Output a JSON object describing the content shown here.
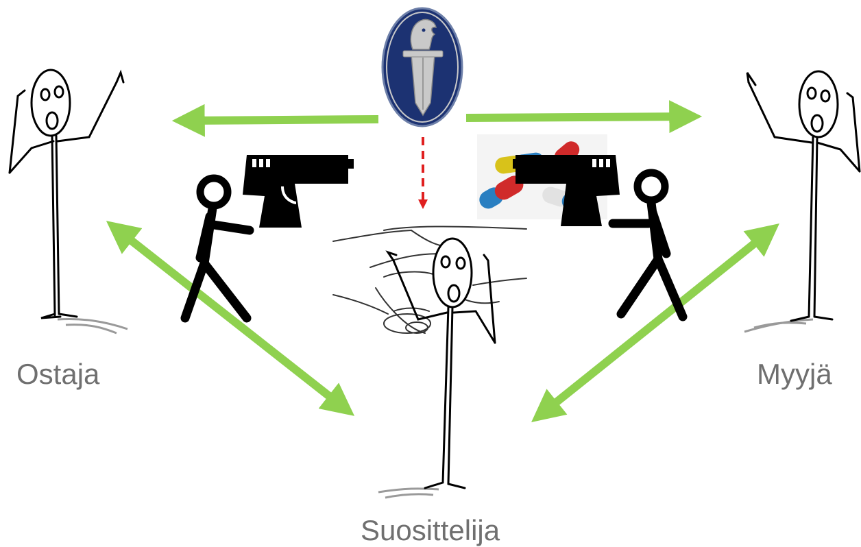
{
  "labels": {
    "buyer": "Ostaja",
    "seller": "Myyjä",
    "referrer": "Suosittelija"
  },
  "colors": {
    "arrow_green": "#8fd14f",
    "dashed_red": "#e02020",
    "label_gray": "#6f6f6f",
    "badge_blue": "#1c3272",
    "badge_silver": "#c9c9c9",
    "figure_black": "#000000"
  },
  "icons": [
    "police-emblem-icon",
    "pistol-icon",
    "pills-icon",
    "handshake-icon",
    "stick-figure-icon"
  ]
}
